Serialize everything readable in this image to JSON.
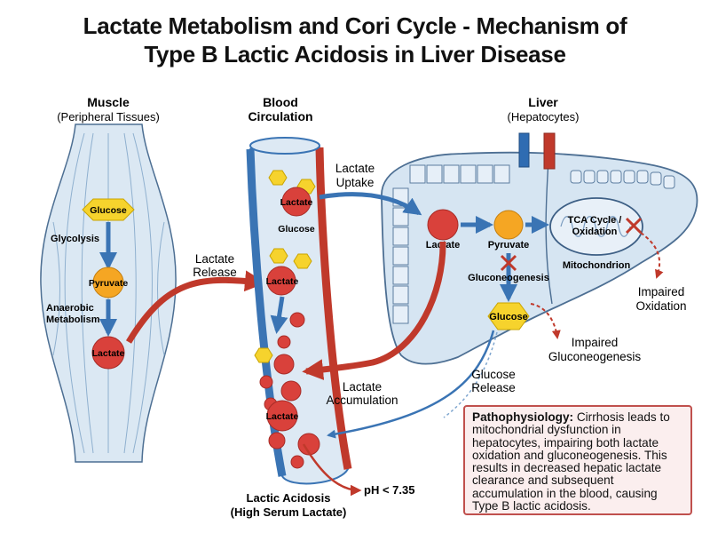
{
  "title_line1": "Lactate Metabolism and Cori Cycle - Mechanism of",
  "title_line2": "Type B Lactic Acidosis in Liver Disease",
  "muscle": {
    "heading": "Muscle",
    "subheading": "(Peripheral Tissues)",
    "glucose": "Glucose",
    "glycolysis": "Glycolysis",
    "pyruvate": "Pyruvate",
    "anaerobic_line1": "Anaerobic",
    "anaerobic_line2": "Metabolism",
    "lactate": "Lactate",
    "release_line1": "Lactate",
    "release_line2": "Release"
  },
  "blood": {
    "heading_line1": "Blood",
    "heading_line2": "Circulation",
    "lactate_top": "Lactate",
    "glucose": "Glucose",
    "lactate_mid": "Lactate",
    "lactate_bottom": "Lactate",
    "acidosis_line1": "Lactic Acidosis",
    "acidosis_line2": "(High Serum Lactate)",
    "ph": "pH < 7.35",
    "uptake_line1": "Lactate",
    "uptake_line2": "Uptake",
    "accumulation_line1": "Lactate",
    "accumulation_line2": "Accumulation"
  },
  "liver": {
    "heading": "Liver",
    "subheading": "(Hepatocytes)",
    "lactate": "Lactate",
    "pyruvate": "Pyruvate",
    "gluconeogenesis": "Gluconeogenesis",
    "glucose": "Glucose",
    "tca_line1": "TCA Cycle /",
    "tca_line2": "Oxidation",
    "mitochondrion": "Mitochondrion",
    "impaired_oxidation_line1": "Impaired",
    "impaired_oxidation_line2": "Oxidation",
    "impaired_gluco_line1": "Impaired",
    "impaired_gluco_line2": "Gluconeogenesis",
    "glucose_release_line1": "Glucose",
    "glucose_release_line2": "Release"
  },
  "pathophysiology": {
    "label": "Pathophysiology:",
    "text": " Cirrhosis leads to mitochondrial dysfunction in hepatocytes, impairing both lactate oxidation and gluconeogenesis. This results in decreased hepatic lactate clearance and subsequent accumulation in the blood, causing Type B lactic acidosis."
  },
  "colors": {
    "lactate": "#d9413b",
    "pyruvate": "#f5a623",
    "glucose": "#f6d32d",
    "blue_arrow": "#3a74b4",
    "red_arrow": "#c0392b"
  }
}
